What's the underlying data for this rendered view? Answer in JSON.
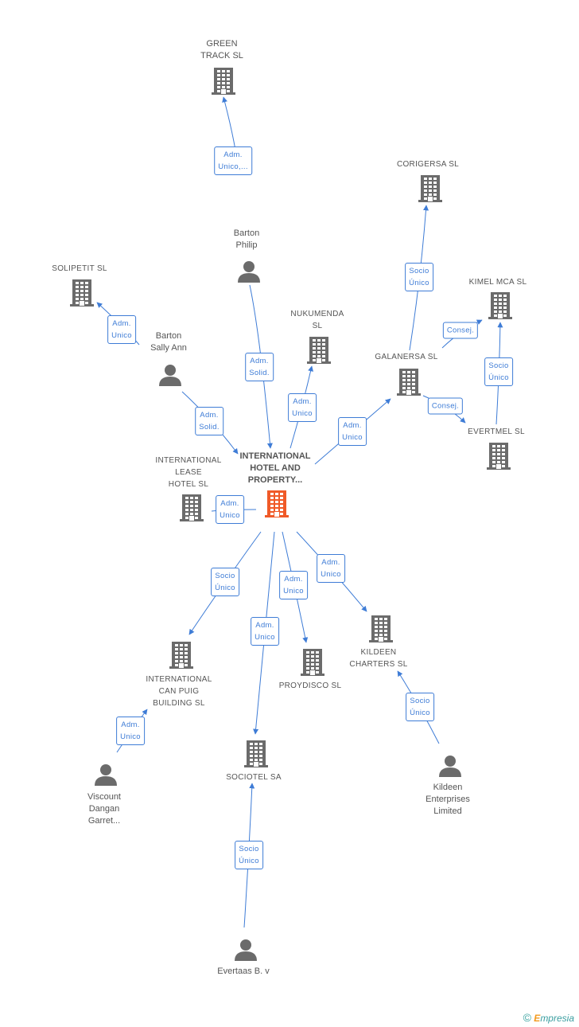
{
  "nodes": [
    {
      "id": "main",
      "type": "company",
      "highlight": true,
      "label": "INTERNATIONAL\nHOTEL AND\nPROPERTY..."
    },
    {
      "id": "green_track",
      "type": "company",
      "label": "GREEN\nTRACK SL"
    },
    {
      "id": "corigersa",
      "type": "company",
      "label": "CORIGERSA SL"
    },
    {
      "id": "barton_philip",
      "type": "person",
      "label": "Barton\nPhilip"
    },
    {
      "id": "solipetit",
      "type": "company",
      "label": "SOLIPETIT SL"
    },
    {
      "id": "kimel",
      "type": "company",
      "label": "KIMEL MCA SL"
    },
    {
      "id": "nukumenda",
      "type": "company",
      "label": "NUKUMENDA\nSL"
    },
    {
      "id": "barton_sally",
      "type": "person",
      "label": "Barton\nSally Ann"
    },
    {
      "id": "galanersa",
      "type": "company",
      "label": "GALANERSA SL"
    },
    {
      "id": "evertmel",
      "type": "company",
      "label": "EVERTMEL  SL"
    },
    {
      "id": "intl_lease",
      "type": "company",
      "label": "INTERNATIONAL\nLEASE\nHOTEL  SL"
    },
    {
      "id": "intl_can_puig",
      "type": "company",
      "label": "INTERNATIONAL\nCAN PUIG\nBUILDING  SL"
    },
    {
      "id": "proydisco",
      "type": "company",
      "label": "PROYDISCO SL"
    },
    {
      "id": "kildeen_charters",
      "type": "company",
      "label": "KILDEEN\nCHARTERS SL"
    },
    {
      "id": "viscount",
      "type": "person",
      "label": "Viscount\nDangan\nGarret..."
    },
    {
      "id": "sociotel",
      "type": "company",
      "label": "SOCIOTEL SA"
    },
    {
      "id": "kildeen_ent",
      "type": "person",
      "label": "Kildeen\nEnterprises\nLimited"
    },
    {
      "id": "evertaas",
      "type": "person",
      "label": "Evertaas B. v"
    }
  ],
  "edges": [
    {
      "from": "barton_philip",
      "to": "green_track",
      "label": "Adm.\nUnico,..."
    },
    {
      "from": "barton_philip",
      "to": "main",
      "label": "Adm.\nSolid."
    },
    {
      "from": "barton_sally",
      "to": "solipetit",
      "label": "Adm.\nUnico"
    },
    {
      "from": "barton_sally",
      "to": "main",
      "label": "Adm.\nSolid."
    },
    {
      "from": "main",
      "to": "nukumenda",
      "label": "Adm.\nUnico"
    },
    {
      "from": "main",
      "to": "galanersa",
      "label": "Adm.\nUnico"
    },
    {
      "from": "galanersa",
      "to": "corigersa",
      "label": "Socio\nÚnico"
    },
    {
      "from": "galanersa",
      "to": "kimel",
      "label": "Consej."
    },
    {
      "from": "galanersa",
      "to": "evertmel",
      "label": "Consej."
    },
    {
      "from": "evertmel",
      "to": "kimel",
      "label": "Socio\nÚnico"
    },
    {
      "from": "main",
      "to": "intl_lease",
      "label": "Adm.\nUnico"
    },
    {
      "from": "main",
      "to": "intl_can_puig",
      "label": "Socio\nÚnico"
    },
    {
      "from": "main",
      "to": "sociotel",
      "label": "Adm.\nUnico"
    },
    {
      "from": "main",
      "to": "proydisco",
      "label": "Adm.\nUnico"
    },
    {
      "from": "main",
      "to": "kildeen_charters",
      "label": "Adm.\nUnico"
    },
    {
      "from": "viscount",
      "to": "intl_can_puig",
      "label": "Adm.\nUnico"
    },
    {
      "from": "kildeen_ent",
      "to": "kildeen_charters",
      "label": "Socio\nÚnico"
    },
    {
      "from": "evertaas",
      "to": "sociotel",
      "label": "Socio\nÚnico"
    }
  ],
  "colors": {
    "edge": "#3e7cd6",
    "node": "#6b6b6b",
    "highlight": "#f05a28"
  },
  "footer": {
    "copyright": "©",
    "brand_first": "E",
    "brand_rest": "mpresia"
  }
}
